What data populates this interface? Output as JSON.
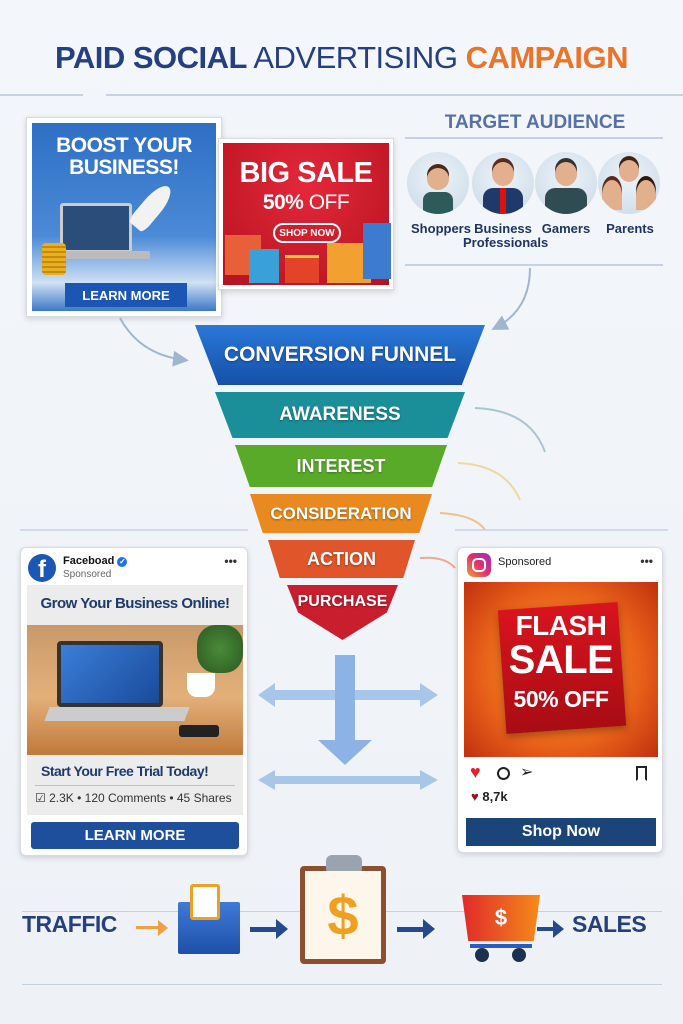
{
  "title": {
    "part1": "PAID SOCIAL",
    "part2": "ADVERTISING",
    "part3": "CAMPAIGN"
  },
  "ad_boost": {
    "headline": "BOOST YOUR BUSINESS!",
    "cta": "LEARN MORE"
  },
  "ad_sale": {
    "headline": "BIG SALE",
    "discount": "50%",
    "off": "OFF",
    "cta": "SHOP NOW"
  },
  "audience": {
    "heading": "TARGET AUDIENCE",
    "items": [
      {
        "label": "Shoppers"
      },
      {
        "label": "Business Professionals"
      },
      {
        "label": "Gamers"
      },
      {
        "label": "Parents"
      }
    ]
  },
  "funnel": {
    "title": "CONVERSION FUNNEL",
    "stages": [
      {
        "label": "AWARENESS",
        "color": "#1a8f9a"
      },
      {
        "label": "INTEREST",
        "color": "#5aaa2a"
      },
      {
        "label": "CONSIDERATION",
        "color": "#e88a20"
      },
      {
        "label": "ACTION",
        "color": "#e0562a"
      },
      {
        "label": "PURCHASE",
        "color": "#c81e2e"
      }
    ]
  },
  "facebook_ad": {
    "page_name": "Faceboad",
    "sponsored": "Sponsored",
    "menu": "•••",
    "headline": "Grow Your Business Online!",
    "subline": "Start Your Free Trial Today!",
    "stats": "2.3K • 120 Comments • 45 Shares",
    "cta": "LEARN MORE"
  },
  "instagram_ad": {
    "sponsored": "Sponsored",
    "menu": "•••",
    "line1": "FLASH",
    "line2": "SALE",
    "line3": "50% OFF",
    "likes": "8,7k",
    "cta": "Shop Now"
  },
  "flow": {
    "start": "TRAFFIC",
    "end": "SALES",
    "dollar": "$"
  }
}
